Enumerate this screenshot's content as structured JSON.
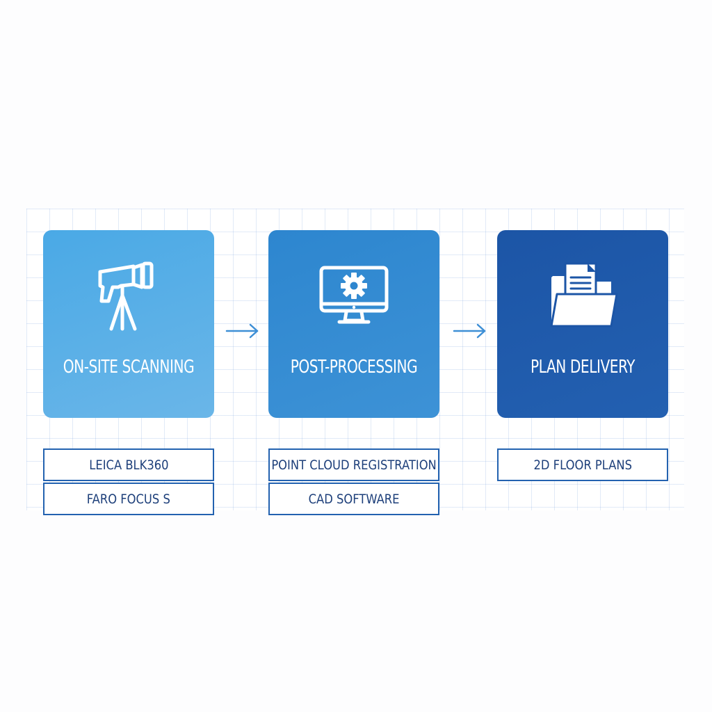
{
  "colors": {
    "stage_1": "#4aa9e6",
    "stage_2": "#2d86cf",
    "stage_3": "#1c55a6",
    "tool_border": "#2362b0",
    "tool_text": "#1d3f7a",
    "arrow": "#3d8fd6",
    "grid": "#d6e4f5"
  },
  "stages": [
    {
      "title": "ON-SITE SCANNING",
      "icon": "tripod-scanner-icon",
      "tools": [
        "LEICA BLK360",
        "FARO FOCUS S"
      ]
    },
    {
      "title": "POST-PROCESSING",
      "icon": "monitor-gear-icon",
      "tools": [
        "POINT CLOUD REGISTRATION",
        "CAD SOFTWARE"
      ]
    },
    {
      "title": "PLAN DELIVERY",
      "icon": "folder-documents-icon",
      "tools": [
        "2D FLOOR PLANS"
      ]
    }
  ],
  "connectors": [
    "arrow-right-icon",
    "arrow-right-icon"
  ]
}
